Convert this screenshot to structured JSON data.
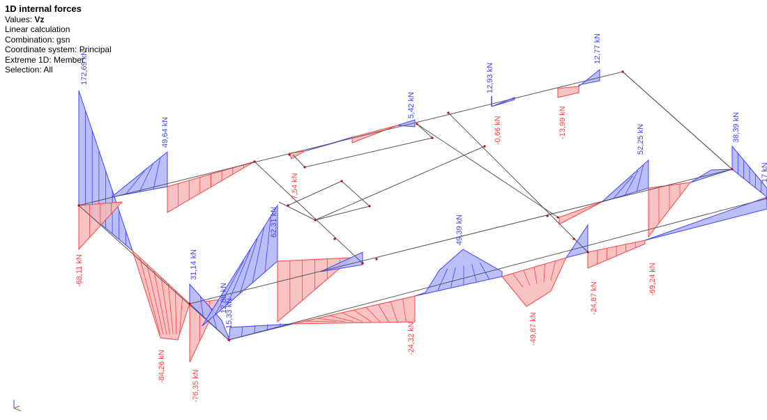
{
  "info": {
    "title": "1D internal forces",
    "values_label": "Values: ",
    "values_symbol": "Vz",
    "calculation": "Linear calculation",
    "combination": "Combination: gsn",
    "coordinate_system": "Coordinate system: Principal",
    "extreme": "Extreme 1D: Member",
    "selection": "Selection: All"
  },
  "colors": {
    "positive": "#4040ff",
    "negative": "#ff4040",
    "positive_fill": "#aeb4f6",
    "negative_fill": "#f8b8b8",
    "frame": "#555555",
    "node": "#cc0000"
  },
  "force_labels": [
    {
      "id": "lbl-172",
      "text": "172,69 kN",
      "sign": "positive"
    },
    {
      "id": "lbl-49-64",
      "text": "49,64 kN",
      "sign": "positive"
    },
    {
      "id": "lbl-68-11",
      "text": "-68,11 kN",
      "sign": "negative"
    },
    {
      "id": "lbl-84-26",
      "text": "-84,26 kN",
      "sign": "negative"
    },
    {
      "id": "lbl-76-35",
      "text": "-76,35 kN",
      "sign": "negative"
    },
    {
      "id": "lbl-31-14",
      "text": "31,14 kN",
      "sign": "positive"
    },
    {
      "id": "lbl-62-31",
      "text": "62,31 kN",
      "sign": "positive"
    },
    {
      "id": "lbl-12-88",
      "text": "12,88 kN",
      "sign": "positive"
    },
    {
      "id": "lbl-15-33",
      "text": "15,33 kN",
      "sign": "positive"
    },
    {
      "id": "lbl-7-54",
      "text": "-7,54 kN",
      "sign": "negative"
    },
    {
      "id": "lbl-5-42",
      "text": "5,42 kN",
      "sign": "positive"
    },
    {
      "id": "lbl-12-93",
      "text": "12,93 kN",
      "sign": "positive"
    },
    {
      "id": "lbl-0-66",
      "text": "-0,66 kN",
      "sign": "negative"
    },
    {
      "id": "lbl-13-99",
      "text": "-13,99 kN",
      "sign": "negative"
    },
    {
      "id": "lbl-12-77",
      "text": "12,77 kN",
      "sign": "positive"
    },
    {
      "id": "lbl-52-25",
      "text": "52,25 kN",
      "sign": "positive"
    },
    {
      "id": "lbl-38-39",
      "text": "38,39 kN",
      "sign": "positive"
    },
    {
      "id": "lbl-49-39",
      "text": "49,39 kN",
      "sign": "positive"
    },
    {
      "id": "lbl-24-32",
      "text": "-24,32 kN",
      "sign": "negative"
    },
    {
      "id": "lbl-49-87",
      "text": "-49,87 kN",
      "sign": "negative"
    },
    {
      "id": "lbl-24-87",
      "text": "-24,87 kN",
      "sign": "negative"
    },
    {
      "id": "lbl-69-24",
      "text": "-69,24 kN",
      "sign": "negative"
    },
    {
      "id": "lbl-edge",
      "text": "17 kN",
      "sign": "positive"
    }
  ],
  "axes_icon": {
    "name": "coordinate-axes-icon"
  }
}
